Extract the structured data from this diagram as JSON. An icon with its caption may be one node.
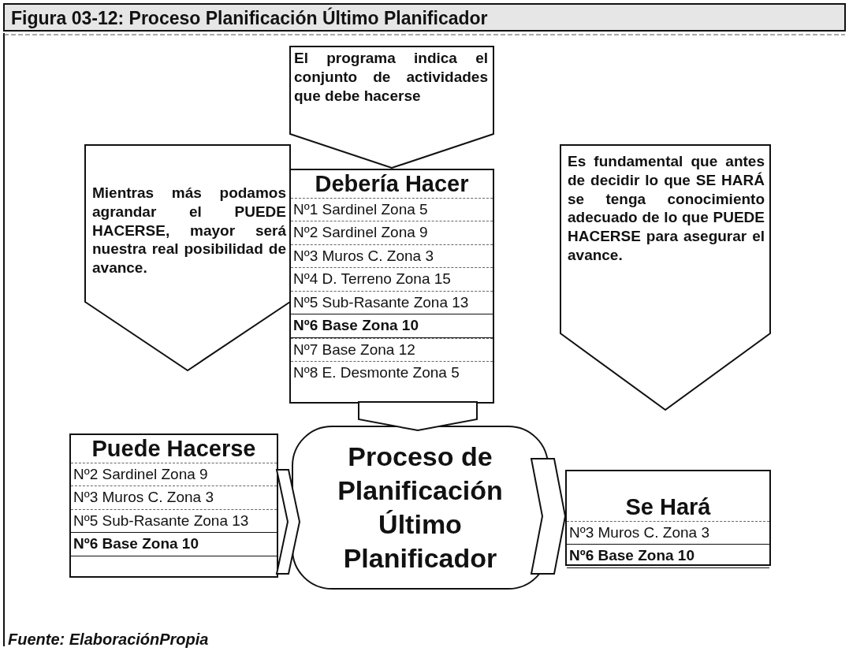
{
  "diagram": {
    "title": "Figura 03-12: Proceso Planificación Último Planificador",
    "caption": "Fuente: ElaboraciónPropia",
    "nodes": [
      {
        "text": [
          "El programa indica el conjunto de actividades que debe hacerse"
        ]
      },
      {
        "text": [
          "Mientras más podamos agrandar el PUEDE HACERSE, mayor será nuestra real posibilidad de avance."
        ]
      },
      {
        "text": [
          "Es fundamental que antes de decidir lo que SE HARÁ se tenga conocimiento adecuado de lo que PUEDE HACERSE para asegurar el avance."
        ]
      },
      {
        "text": [
          "Debería Hacer",
          "Nº1 Sardinel Zona 5",
          "Nº2 Sardinel Zona 9",
          "Nº3 Muros C. Zona 3",
          "Nº4 D. Terreno Zona 15",
          "Nº5 Sub-Rasante Zona 13",
          "Nº6 Base Zona 10",
          "Nº7 Base Zona 12",
          "Nº8 E. Desmonte Zona 5"
        ]
      },
      {
        "text": [
          "Puede Hacerse",
          "Nº2 Sardinel Zona 9",
          "Nº3 Muros C. Zona 3",
          "Nº5 Sub-Rasante Zona 13",
          "Nº6 Base Zona 10"
        ]
      },
      {
        "text": [
          "Proceso de Planificación Último Planificador"
        ]
      },
      {
        "text": [
          "Se Hará",
          "Nº3 Muros C. Zona 3",
          "Nº6 Base Zona 10"
        ]
      }
    ],
    "edges": [
      {
        "from": 3,
        "to": 5,
        "arrow": "to"
      },
      {
        "from": 4,
        "to": 5,
        "arrow": "to"
      },
      {
        "from": 5,
        "to": 6,
        "arrow": "to"
      }
    ]
  }
}
